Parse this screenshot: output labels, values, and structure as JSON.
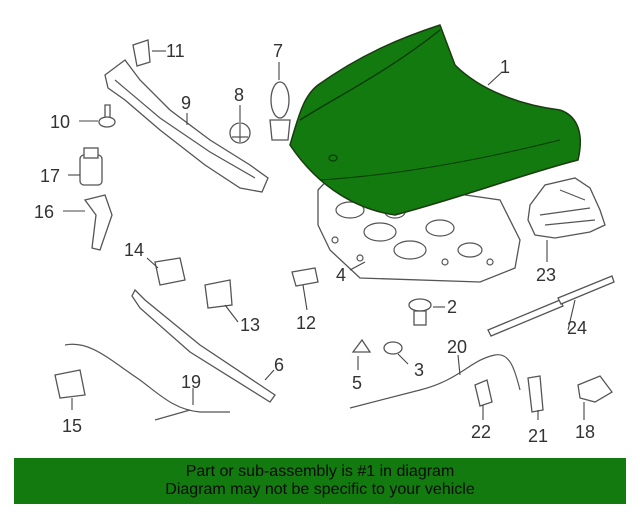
{
  "diagram": {
    "highlight_color": "#127a0e",
    "callouts": {
      "c1": "1",
      "c2": "2",
      "c3": "3",
      "c4": "4",
      "c5": "5",
      "c6": "6",
      "c7": "7",
      "c8": "8",
      "c9": "9",
      "c10": "10",
      "c11": "11",
      "c12": "12",
      "c13": "13",
      "c14": "14",
      "c15": "15",
      "c16": "16",
      "c17": "17",
      "c18": "18",
      "c19": "19",
      "c20": "20",
      "c21": "21",
      "c22": "22",
      "c23": "23",
      "c24": "24"
    }
  },
  "banner": {
    "line1": "Part or sub-assembly is #1 in diagram",
    "line2": "Diagram may not be specific to your vehicle",
    "background": "#127a0e"
  }
}
